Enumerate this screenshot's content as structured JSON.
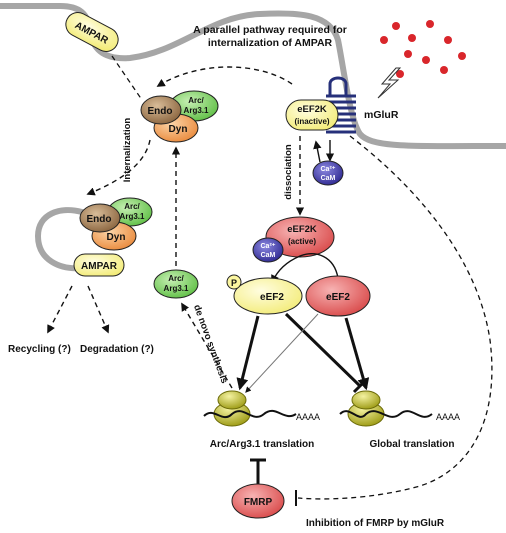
{
  "labels": {
    "parallel_line1": "A parallel pathway required for",
    "parallel_line2": "internalization of AMPAR",
    "ampar_surface": "AMPAR",
    "ampar_vesicle": "AMPAR",
    "endo_top": "Endo",
    "dyn_top": "Dyn",
    "arc_top_line1": "Arc/",
    "arc_top_line2": "Arg3.1",
    "endo_vesicle": "Endo",
    "dyn_vesicle": "Dyn",
    "arc_vesicle_line1": "Arc/",
    "arc_vesicle_line2": "Arg3.1",
    "internalization": "Internalization",
    "recycling": "Recycling (?)",
    "degradation": "Degradation (?)",
    "arc_free_line1": "Arc/",
    "arc_free_line2": "Arg3.1",
    "de_novo": "de novo synthesis",
    "eef2k_inactive_line1": "eEF2K",
    "eef2k_inactive_line2": "(inactive)",
    "mglur": "mGluR",
    "cacam_free_line1": "Ca²⁺",
    "cacam_free_line2": "CaM",
    "dissociation": "dissociation",
    "eef2k_active_line1": "eEF2K",
    "eef2k_active_line2": "(active)",
    "cacam_bound_line1": "Ca²⁺",
    "cacam_bound_line2": "CaM",
    "phospho": "P",
    "eef2_phos": "eEF2",
    "eef2": "eEF2",
    "polyA_left": "AAAA",
    "polyA_right": "AAAA",
    "arc_translation": "Arc/Arg3.1 translation",
    "global_translation": "Global translation",
    "fmrp": "FMRP",
    "fmrp_inhibition": "Inhibition of FMRP by mGluR"
  },
  "colors": {
    "membrane": "#a6a6a6",
    "ampar_fill": "#fbf6a0",
    "endo_fill": "#a07a52",
    "dyn_fill": "#f29a52",
    "arc_fill": "#7fcf66",
    "eef2k_fill": "#e66a6a",
    "eef2_phos_fill": "#faf5a6",
    "eef2_fill": "#e66a6a",
    "cacam_fill": "#3c36a6",
    "receptor": "#26307a",
    "ribosome": "#c9c71c",
    "glutamate": "#d9262b",
    "fmrp_fill": "#d9383c"
  },
  "icons": [
    "glutamate-dots",
    "lightning-bolt-icon",
    "ribosome-icon",
    "mrna-strand"
  ]
}
